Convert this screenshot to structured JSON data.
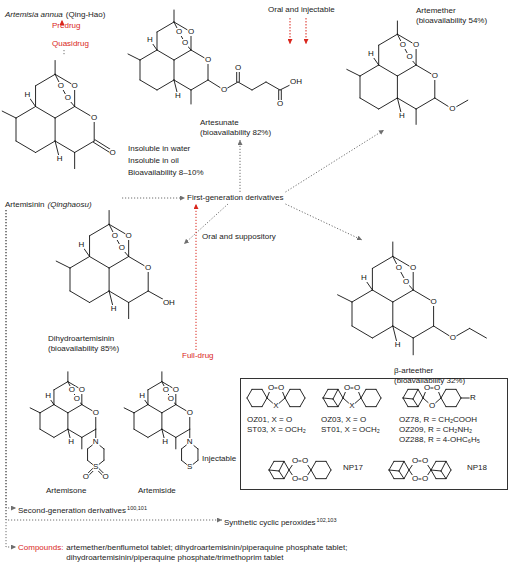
{
  "diagram": {
    "nodes": [
      {
        "text": [
          "Artemisia annua",
          "(Qing-Hao)"
        ]
      },
      {
        "text": [
          "Predrug"
        ]
      },
      {
        "text": [
          "Quasidrug"
        ]
      },
      {
        "text": [
          "Artesunate",
          "(bioavailability 82%)"
        ]
      },
      {
        "text": [
          "Artemether",
          "(bioavailability 54%)"
        ]
      },
      {
        "text": [
          "Artemisinin",
          "(Qinghaosu)"
        ]
      },
      {
        "text": [
          "First-generation derivatives"
        ]
      },
      {
        "text": [
          "Dihydroartemisinin",
          "(bioavailability 85%)"
        ]
      },
      {
        "text": [
          "Full-drug"
        ]
      },
      {
        "text": [
          "β-arteether",
          "(bioavailability 32%)"
        ]
      },
      {
        "text": [
          "Artemisone"
        ]
      },
      {
        "text": [
          "Artemiside"
        ]
      },
      {
        "text": [
          "OZ01, X = O",
          "ST03, X = OCH₂",
          "OZ03, X = O",
          "ST01, X = OCH₂",
          "OZ78, R = CH₂COOH",
          "OZ209, R = CH₂NH₂",
          "OZ288, R = 4-OHC₆H₅",
          "NP17",
          "NP18"
        ]
      },
      {
        "text": [
          "Second-generation derivatives",
          "100,101"
        ]
      },
      {
        "text": [
          "Synthetic cyclic peroxides",
          "102,103"
        ]
      },
      {
        "text": [
          "Compounds:",
          "artemether/benflumetol tablet; dihydroartemisinin/piperaquine phosphate tablet; dihydroartemisinin/piperaquine phosphate/trimethoprim tablet"
        ]
      }
    ],
    "edges": [
      {
        "from": 0,
        "to": 1,
        "arrow": "to"
      },
      {
        "from": 2,
        "to": 5,
        "arrow": "none"
      },
      {
        "from": 5,
        "to": 6,
        "arrow": "to"
      },
      {
        "from": 6,
        "to": 3,
        "arrow": "to"
      },
      {
        "from": 6,
        "to": 4,
        "arrow": "to"
      },
      {
        "from": 6,
        "to": 7,
        "arrow": "to"
      },
      {
        "from": 6,
        "to": 9,
        "arrow": "to"
      },
      {
        "from": 8,
        "to": 6,
        "arrow": "to"
      },
      {
        "from": 5,
        "to": 13,
        "arrow": "to"
      },
      {
        "from": 5,
        "to": 14,
        "arrow": "to"
      },
      {
        "from": 5,
        "to": 15,
        "arrow": "to"
      }
    ],
    "labels": [
      "Insoluble in water",
      "Insoluble in oil",
      "Bioavailability 8–10%",
      "Oral and injectable",
      "Oral and suppository",
      "Injectable",
      "O",
      "O",
      "O",
      "O",
      "H",
      "H",
      "O",
      "O",
      "O",
      "O",
      "O",
      "H",
      "H",
      "O",
      "O",
      "O",
      "OH",
      "O",
      "O",
      "O",
      "O",
      "H",
      "H",
      "O",
      "O",
      "O",
      "O",
      "O",
      "H",
      "H",
      "OH",
      "O",
      "O",
      "O",
      "O",
      "H",
      "H",
      "O",
      "O",
      "O",
      "O",
      "O",
      "H",
      "H",
      "N",
      "S",
      "O",
      "O",
      "O",
      "O",
      "O",
      "O",
      "H",
      "H",
      "N",
      "S",
      "O",
      "O",
      "X",
      "O",
      "O",
      "X",
      "O",
      "O",
      "O",
      "R",
      "O",
      "O",
      "O",
      "O",
      "O",
      "O",
      "O",
      "O"
    ]
  }
}
